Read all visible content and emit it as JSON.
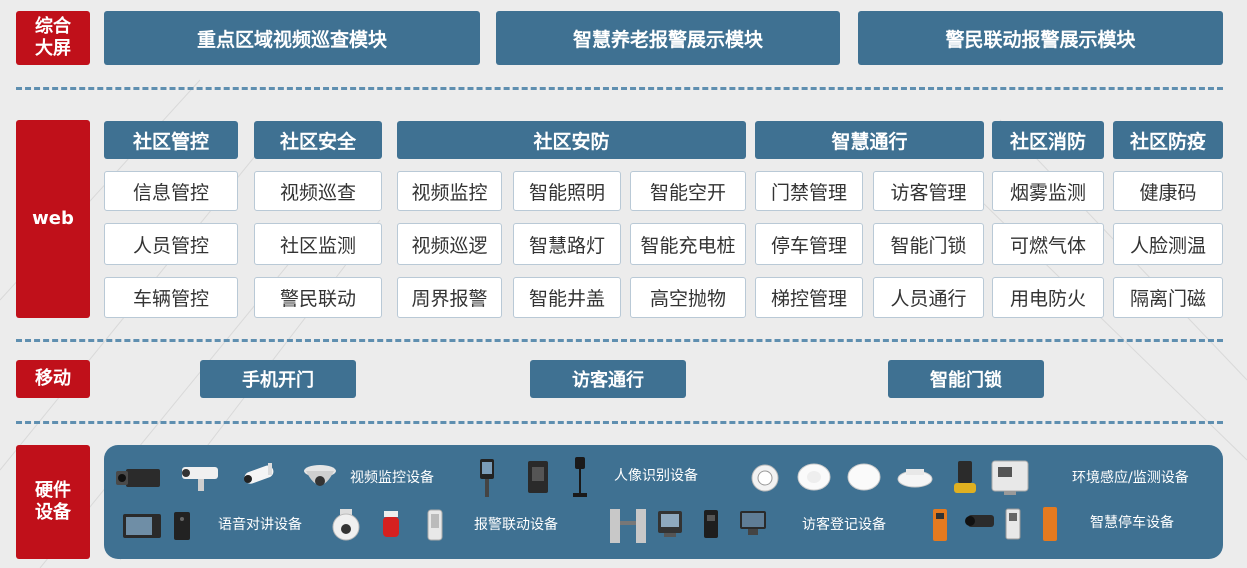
{
  "rows": {
    "dashboard_label": "综合\n大屏",
    "web_label": "web",
    "mobile_label": "移动",
    "hardware_label": "硬件\n设备"
  },
  "dashboard_modules": [
    "重点区域视频巡查模块",
    "智慧养老报警展示模块",
    "警民联动报警展示模块"
  ],
  "web_categories": [
    {
      "title": "社区管控",
      "items": [
        "信息管控",
        "人员管控",
        "车辆管控"
      ]
    },
    {
      "title": "社区安全",
      "items": [
        "视频巡查",
        "社区监测",
        "警民联动"
      ]
    },
    {
      "title": "社区安防",
      "items": [
        "视频监控",
        "智能照明",
        "智能空开",
        "视频巡逻",
        "智慧路灯",
        "智能充电桩",
        "周界报警",
        "智能井盖",
        "高空抛物"
      ]
    },
    {
      "title": "智慧通行",
      "items": [
        "门禁管理",
        "访客管理",
        "停车管理",
        "智能门锁",
        "梯控管理",
        "人员通行"
      ]
    },
    {
      "title": "社区消防",
      "items": [
        "烟雾监测",
        "可燃气体",
        "用电防火"
      ]
    },
    {
      "title": "社区防疫",
      "items": [
        "健康码",
        "人脸测温",
        "隔离门磁"
      ]
    }
  ],
  "mobile_items": [
    "手机开门",
    "访客通行",
    "智能门锁"
  ],
  "hardware": {
    "row1": [
      "视频监控设备",
      "人像识别设备",
      "环境感应/监测设备"
    ],
    "row2": [
      "语音对讲设备",
      "报警联动设备",
      "访客登记设备",
      "智慧停车设备"
    ]
  },
  "colors": {
    "accent_red": "#c0101a",
    "panel_blue": "#3f7192",
    "dash_blue": "#5f8fb0"
  }
}
